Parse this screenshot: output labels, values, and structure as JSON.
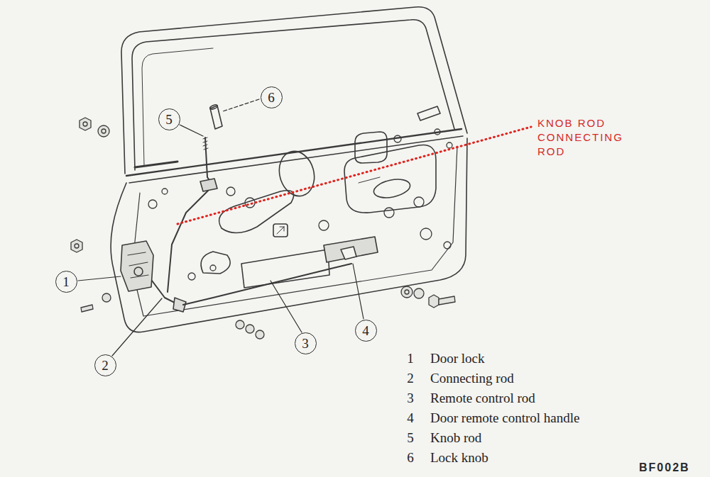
{
  "diagram": {
    "nodes": [
      {
        "text": [
          "6"
        ]
      },
      {
        "text": [
          "5"
        ]
      },
      {
        "text": [
          "1"
        ]
      },
      {
        "text": [
          "4"
        ]
      },
      {
        "text": [
          "3"
        ]
      },
      {
        "text": [
          "2"
        ]
      }
    ],
    "labels": [
      "KNOB ROD CONNECTING ROD",
      "1",
      "Door lock",
      "2",
      "Connecting rod",
      "3",
      "Remote control rod",
      "4",
      "Door remote control handle",
      "5",
      "Knob rod",
      "6",
      "Lock knob",
      "BF002B"
    ]
  }
}
